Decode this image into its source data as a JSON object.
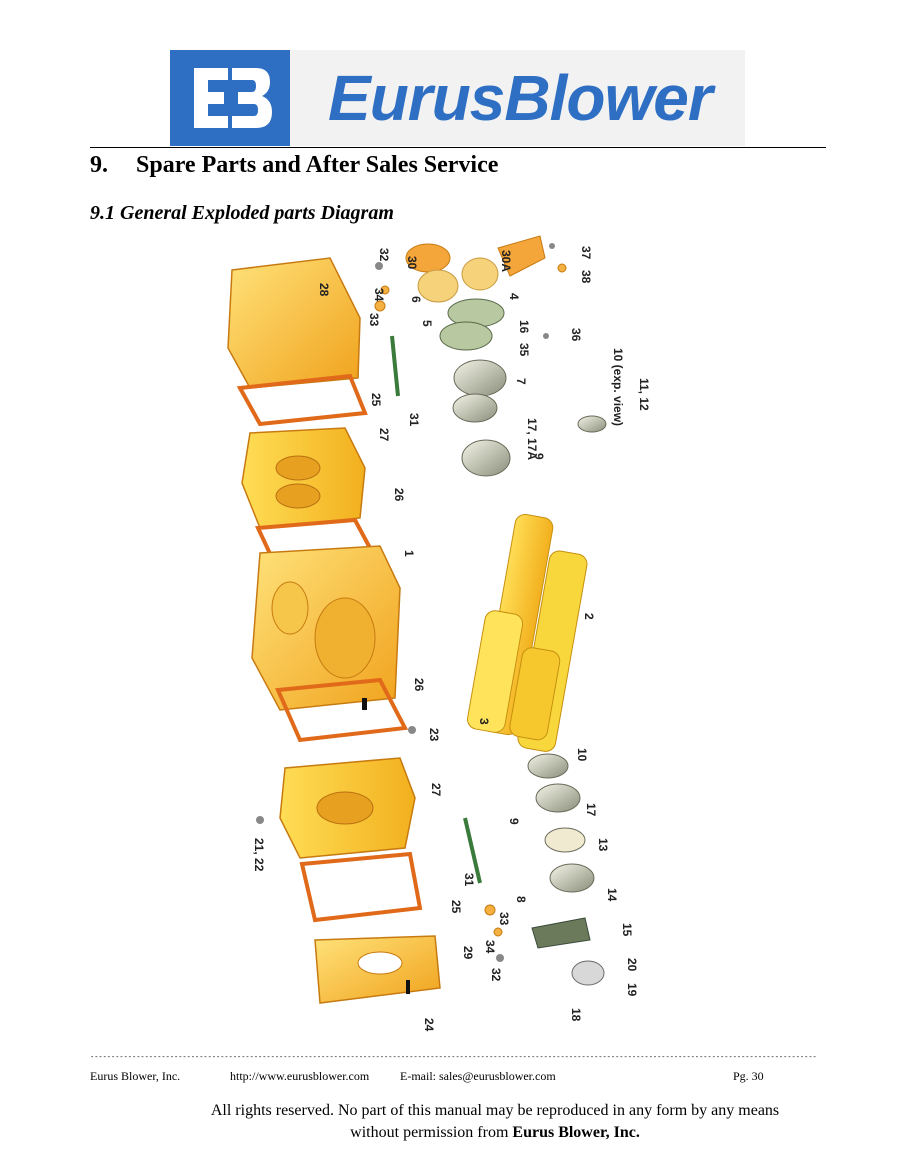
{
  "logo": {
    "mark_letters": "EB",
    "brand_part1": "Eurus",
    "brand_part2": "Blower",
    "accent_color": "#2e6fc4"
  },
  "section": {
    "number": "9.",
    "title": "Spare Parts and After Sales Service"
  },
  "subsection": {
    "title": "9.1 General Exploded parts Diagram"
  },
  "diagram": {
    "callouts": [
      "28",
      "34",
      "33",
      "32",
      "30",
      "6",
      "5",
      "30A",
      "4",
      "16",
      "37",
      "38",
      "36",
      "35",
      "7",
      "17, 17A",
      "9",
      "10 (exp. view)",
      "11, 12",
      "25",
      "27",
      "31",
      "26",
      "1",
      "2",
      "26",
      "23",
      "3",
      "10",
      "27",
      "21, 22",
      "9",
      "17",
      "13",
      "31",
      "25",
      "33",
      "8",
      "14",
      "29",
      "34",
      "32",
      "15",
      "20",
      "19",
      "18",
      "24"
    ]
  },
  "footer": {
    "dashes": "------------------------------------------------------------------------------------------------------------------------------------------------------------------------------------------------",
    "company": "Eurus Blower, Inc.",
    "url": "http://www.eurusblower.com",
    "email": "E-mail: sales@eurusblower.com",
    "page": "Pg. 30"
  },
  "rights": {
    "line1": "All rights reserved. No part of this manual may be reproduced in any form by any means",
    "line2_prefix": "without permission from ",
    "line2_bold": "Eurus Blower, Inc."
  }
}
